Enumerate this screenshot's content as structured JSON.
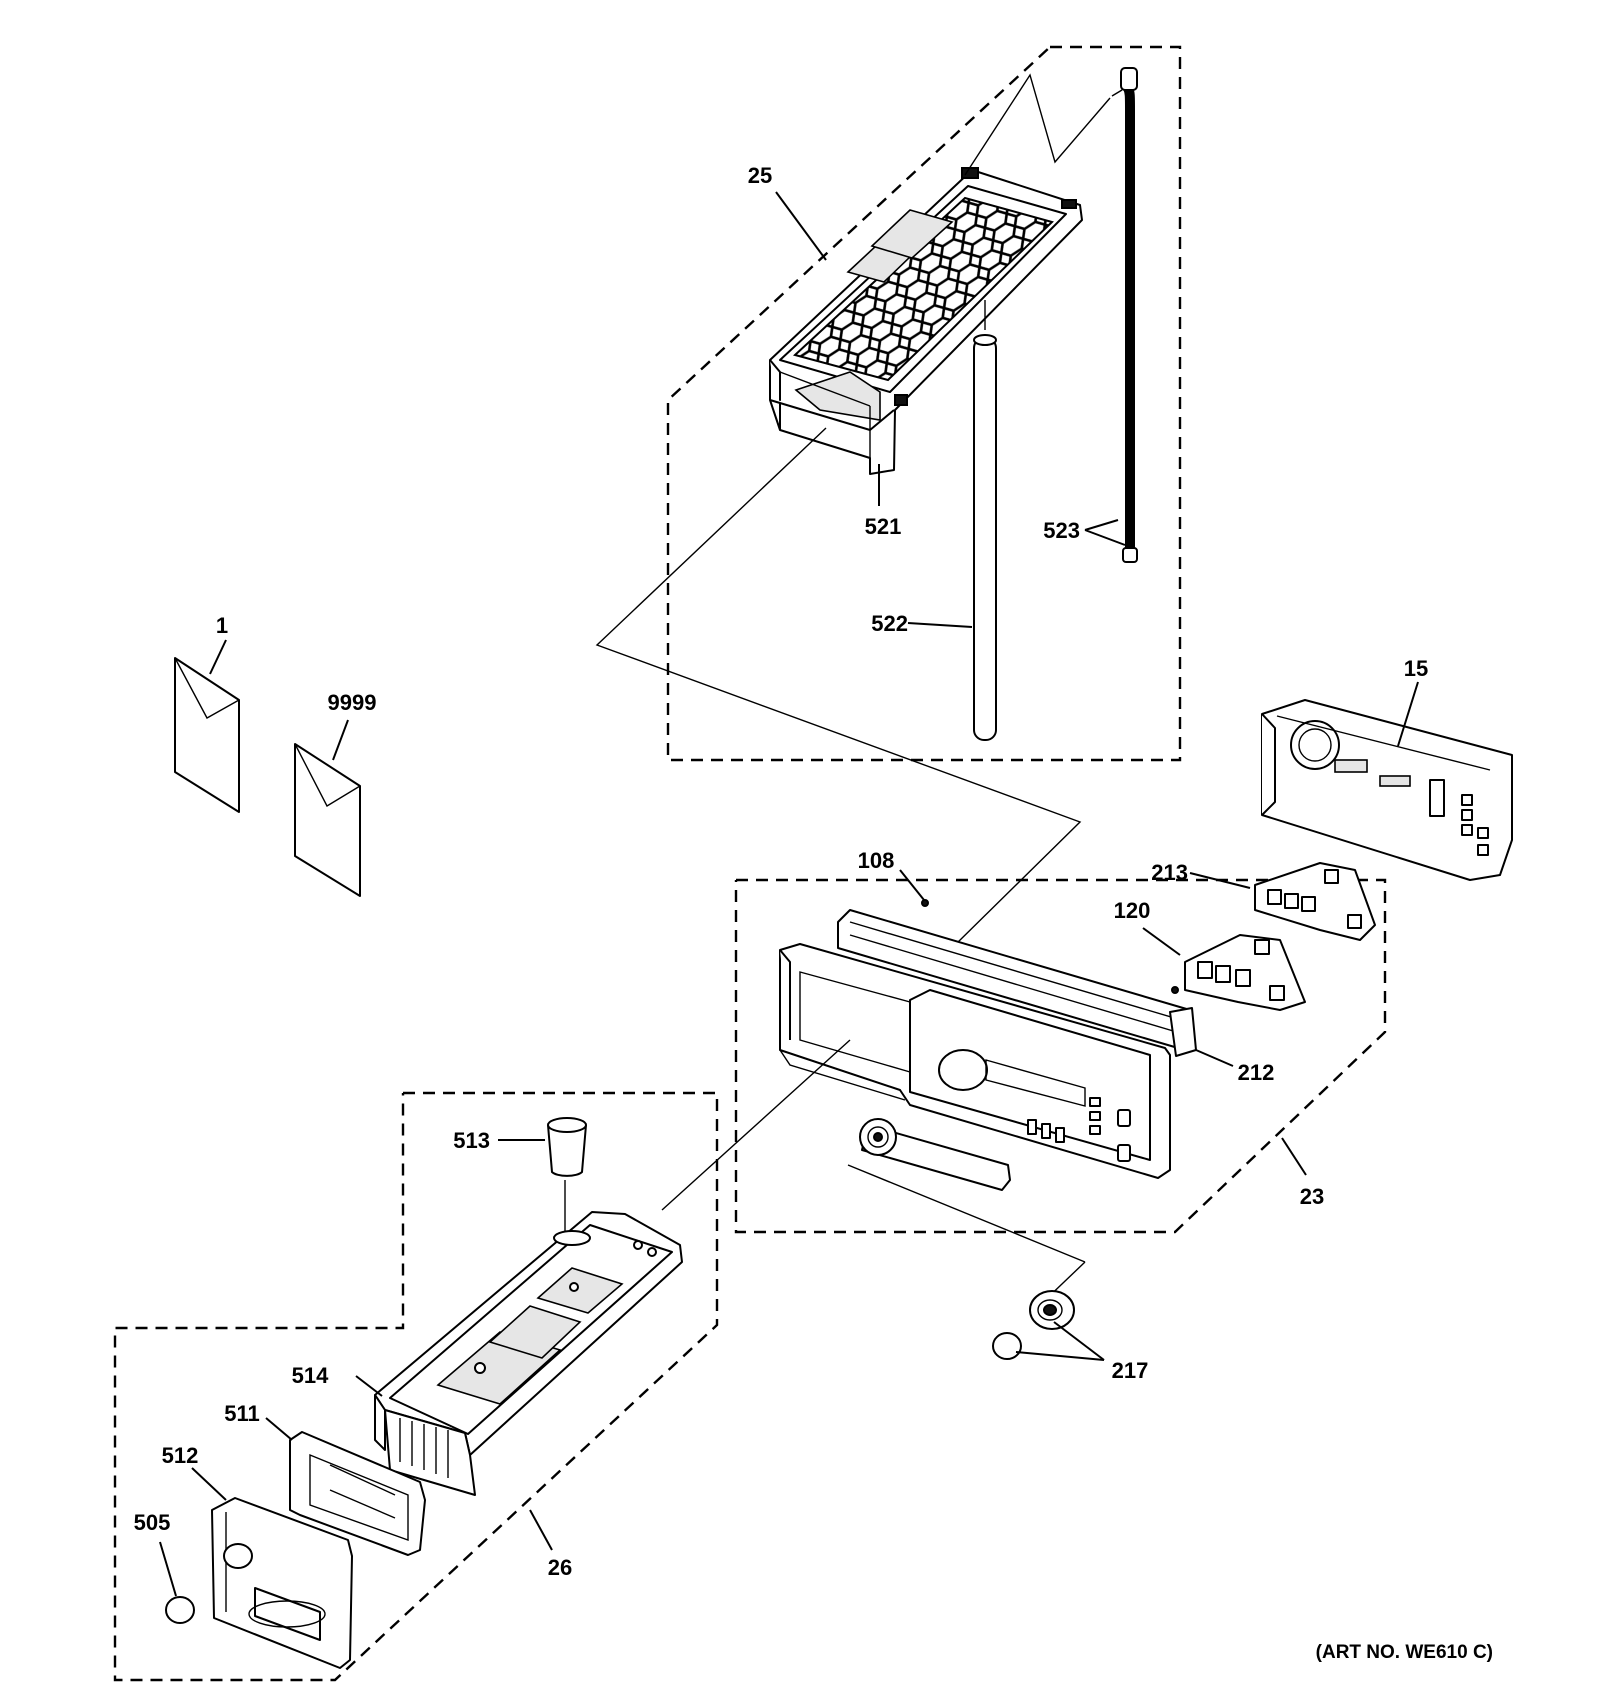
{
  "callouts": {
    "c1": "1",
    "c9999": "9999",
    "c25": "25",
    "c521": "521",
    "c522": "522",
    "c523": "523",
    "c15": "15",
    "c108": "108",
    "c213": "213",
    "c120": "120",
    "c212": "212",
    "c23": "23",
    "c513": "513",
    "c217": "217",
    "c514": "514",
    "c511": "511",
    "c512": "512",
    "c505": "505",
    "c26": "26"
  },
  "art_number": "(ART NO. WE610 C)"
}
